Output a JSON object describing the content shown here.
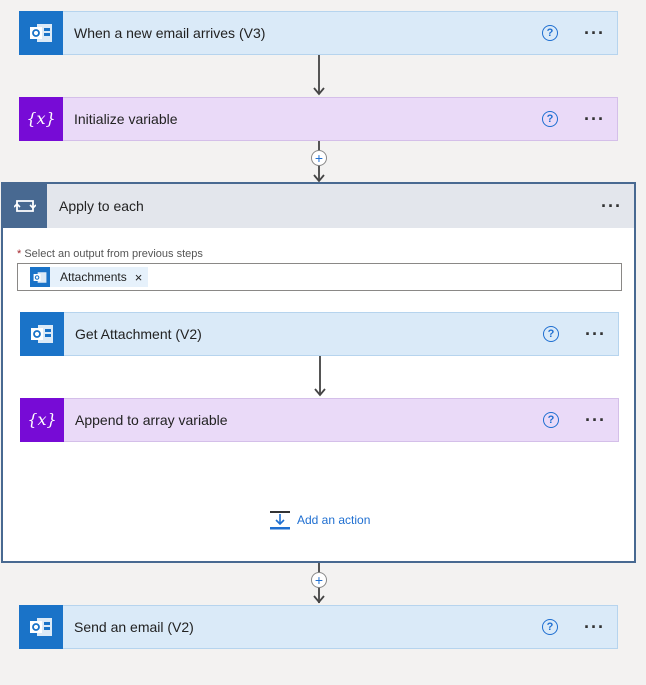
{
  "steps": {
    "trigger": {
      "title": "When a new email arrives (V3)",
      "icon": "outlook-icon"
    },
    "init_var": {
      "title": "Initialize variable",
      "icon": "variable-icon"
    },
    "scope": {
      "title": "Apply to each",
      "icon": "loop-icon",
      "field_required_mark": "*",
      "field_label": "Select an output from previous steps",
      "token_label": "Attachments",
      "token_remove": "×",
      "inner": {
        "get_attachment": {
          "title": "Get Attachment (V2)",
          "icon": "outlook-icon"
        },
        "append_array": {
          "title": "Append to array variable",
          "icon": "variable-icon"
        }
      },
      "add_action_label": "Add an action"
    },
    "send_email": {
      "title": "Send an email (V2)",
      "icon": "outlook-icon"
    }
  },
  "help_glyph": "?",
  "menu_glyph": "···",
  "colors": {
    "outlook_tile": "#1a73c8",
    "variable_tile": "#770bd6",
    "scope_tile": "#486991",
    "link": "#1f6fd1"
  }
}
